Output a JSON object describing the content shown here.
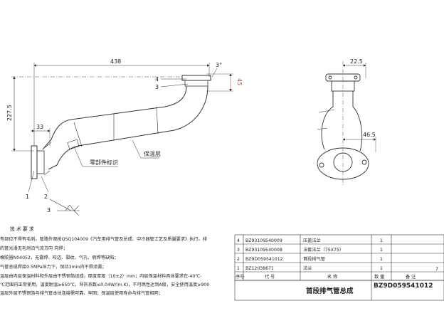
{
  "front_view": {
    "dim_length": "438",
    "dim_height": "227.5",
    "dim_offset": "33",
    "dim_flange": "45",
    "dim_angle": "3°",
    "callouts": [
      "1",
      "2",
      "3",
      "4"
    ],
    "label_insulation": "保温层",
    "label_part_mark": "零部件标识",
    "weld_symbol": "3"
  },
  "side_view": {
    "dim_top": "22.5",
    "dim_right": "46.5"
  },
  "notes": {
    "title": "技 术 要 求",
    "lines": [
      "有部位不得有毛刺。管路外观按QSQ104009《汽车用排气管及总成、中冷器管工艺及质量要求》执行。排",
      "的管光滑无毛刺沿气流方向 向焊；",
      "橡胶圈N04052，无露焊、咬边、裂纹、气孔、假焊等缺陷；",
      "气管总成焊接0.5MPa压力下，保持3min内不得渗漏；",
      "温层由内层保温材料和外层由不锈钢箔组成，厚度厚度（10±2）mm；内层保温材料具体要求在-40℃-",
      "℃范围内正常使用，温度耐温≥650℃，导热系数≤0.04W/(m.K)，不可燃性达到A级，安全使用温度≥900",
      "温层外层不锈钢箔与排气管本体连接需可靠、牢固；保温层使用寿命与排气管相同；"
    ]
  },
  "table": {
    "rows": [
      {
        "seq": "4",
        "code": "BZ93109540009",
        "name": "压盖法兰",
        "qty": "1"
      },
      {
        "seq": "3",
        "code": "BZ93109540008",
        "name": "法套法兰（75X75）",
        "qty": "1"
      },
      {
        "seq": "2",
        "code": "BZ9D059541012",
        "name": "首段排气管",
        "qty": "1"
      },
      {
        "seq": "1",
        "code": "BZ12038671",
        "name": "法兰",
        "qty": "1"
      }
    ],
    "headers": {
      "seq": "序号",
      "code": "代 号",
      "name": "名 称",
      "qty": "数 量",
      "remark": "备 注"
    },
    "header_right_fragment": "7",
    "drawing_title": "首段排气管总成",
    "drawing_number": "BZ9D059541012"
  }
}
